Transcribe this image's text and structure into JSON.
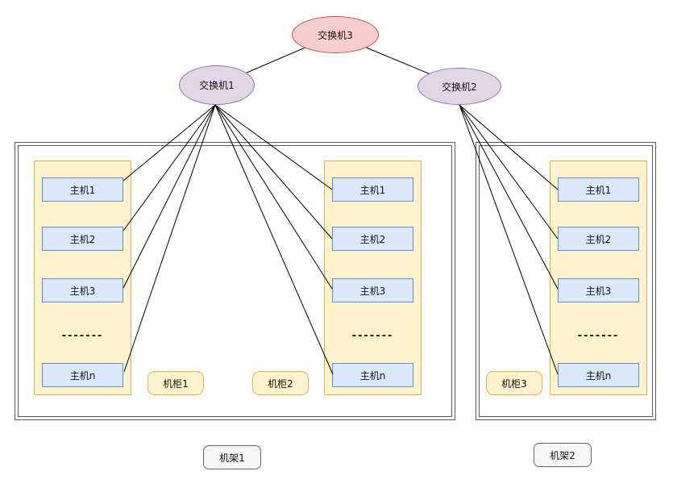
{
  "switches": {
    "core": {
      "label": "交换机3"
    },
    "left": {
      "label": "交换机1"
    },
    "right": {
      "label": "交换机2"
    }
  },
  "racks": [
    {
      "label": "机架1",
      "cabinets": [
        {
          "label": "机柜1",
          "hosts": [
            "主机1",
            "主机2",
            "主机3",
            "主机n"
          ],
          "ellipsis": "-------"
        },
        {
          "label": "机柜2",
          "hosts": [
            "主机1",
            "主机2",
            "主机3",
            "主机n"
          ],
          "ellipsis": "-------"
        }
      ]
    },
    {
      "label": "机架2",
      "cabinets": [
        {
          "label": "机柜3",
          "hosts": [
            "主机1",
            "主机2",
            "主机3",
            "主机n"
          ],
          "ellipsis": "-------"
        }
      ]
    }
  ],
  "colors": {
    "core_switch_fill": "#F8CECC",
    "core_switch_stroke": "#B85450",
    "leaf_switch_fill": "#E1D5E7",
    "leaf_switch_stroke": "#9673A6",
    "cabinet_fill": "#FFF2CC",
    "cabinet_stroke": "#D6B656",
    "host_fill": "#DAE8FC",
    "host_stroke": "#6C8EBF",
    "rack_label_fill": "#F5F5F5",
    "rack_label_stroke": "#666666",
    "rack_stroke": "#595959",
    "line": "#000000"
  }
}
